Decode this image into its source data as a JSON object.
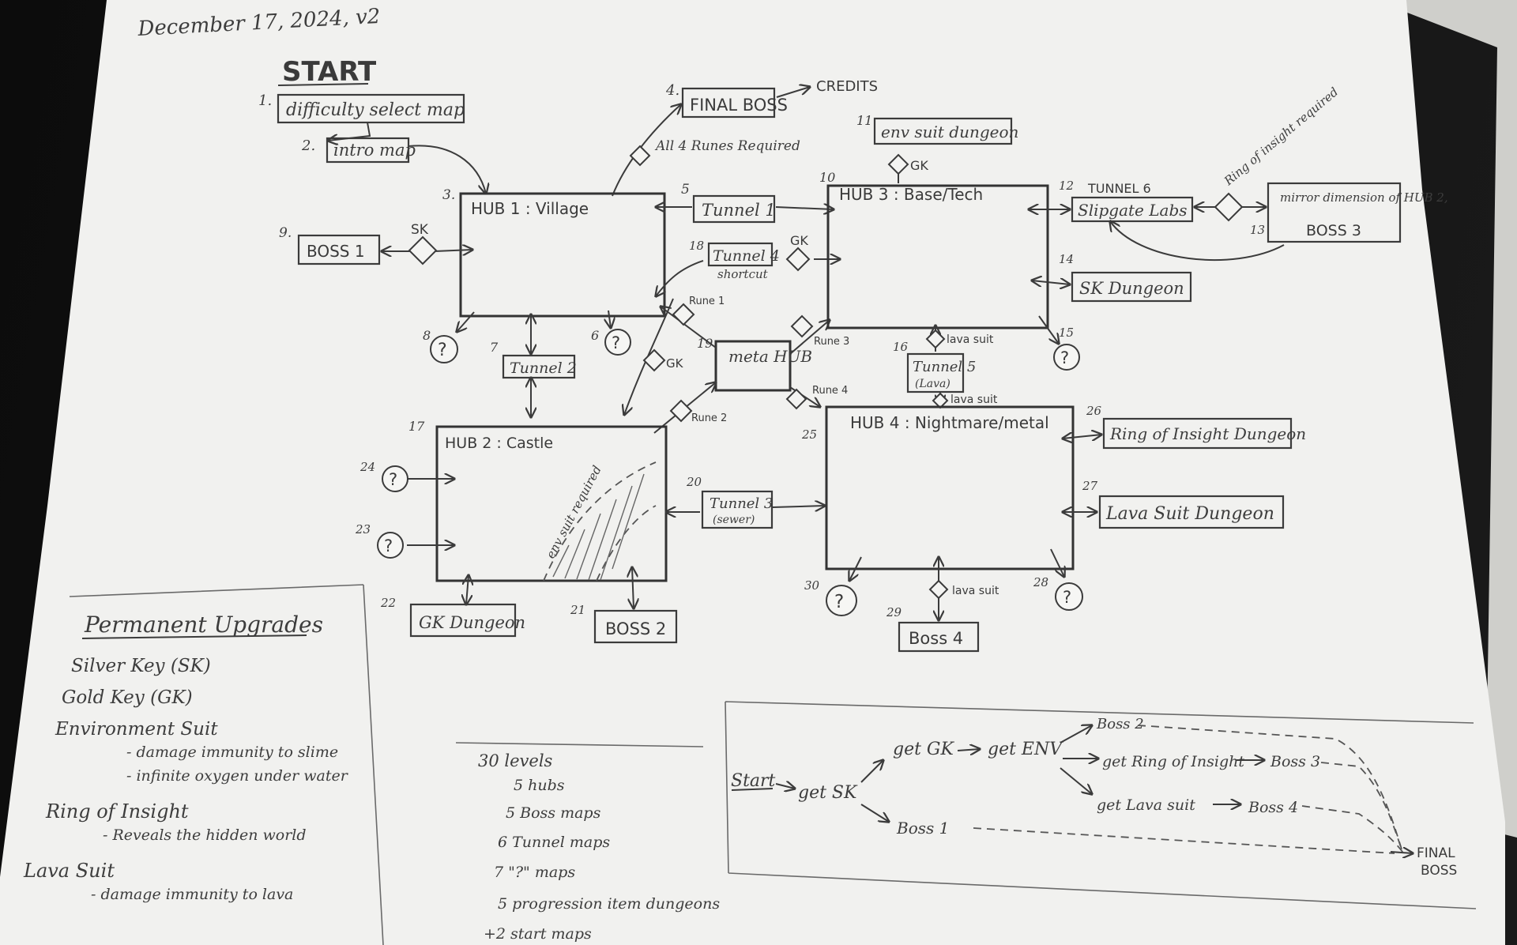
{
  "header": {
    "date": "December 17, 2024, v2",
    "start": "START"
  },
  "start_maps": [
    {
      "id": "difficulty",
      "num": "1.",
      "label": "difficulty select map"
    },
    {
      "id": "intro",
      "num": "2.",
      "label": "intro map"
    }
  ],
  "final": {
    "num": "4.",
    "label": "FINAL BOSS",
    "credits": "CREDITS",
    "runes": "All 4 Runes Required"
  },
  "hubs": [
    {
      "id": "hub1",
      "num": "3.",
      "label": "HUB 1 : Village"
    },
    {
      "id": "hub2",
      "num": "17",
      "label": "HUB 2 : Castle"
    },
    {
      "id": "hub3",
      "num": "10",
      "label": "HUB 3 : Base/Tech"
    },
    {
      "id": "hub4",
      "num": "25",
      "label": "HUB 4 : Nightmare/metal"
    }
  ],
  "maps": [
    {
      "id": "boss1",
      "num": "9.",
      "label": "BOSS 1"
    },
    {
      "id": "tunnel1",
      "num": "5",
      "label": "Tunnel 1"
    },
    {
      "id": "tunnel4",
      "num": "18",
      "label": "Tunnel 4",
      "sub": "shortcut"
    },
    {
      "id": "tunnel2",
      "num": "7",
      "label": "Tunnel 2"
    },
    {
      "id": "meta",
      "num": "19",
      "label": "meta HUB"
    },
    {
      "id": "tunnel3",
      "num": "20",
      "label": "Tunnel 3",
      "sub": "(sewer)"
    },
    {
      "id": "tunnel5",
      "num": "16",
      "label": "Tunnel 5",
      "sub": "(Lava)"
    },
    {
      "id": "envdungeon",
      "num": "11",
      "label": "env suit dungeon"
    },
    {
      "id": "slipgate",
      "num": "12",
      "label": "Slipgate Labs",
      "top": "TUNNEL 6"
    },
    {
      "id": "mirror",
      "num": "13",
      "label": "mirror dimension of HUB 2,",
      "sub": "BOSS 3"
    },
    {
      "id": "skdungeon",
      "num": "14",
      "label": "SK Dungeon"
    },
    {
      "id": "gkdungeon",
      "num": "22",
      "label": "GK Dungeon"
    },
    {
      "id": "boss2",
      "num": "21",
      "label": "BOSS 2"
    },
    {
      "id": "ringdungeon",
      "num": "26",
      "label": "Ring of Insight Dungeon"
    },
    {
      "id": "lavadungeon",
      "num": "27",
      "label": "Lava Suit Dungeon"
    },
    {
      "id": "boss4",
      "num": "29",
      "label": "Boss 4"
    }
  ],
  "secrets": [
    {
      "num": "8",
      "mark": "?"
    },
    {
      "num": "6",
      "mark": "?"
    },
    {
      "num": "15",
      "mark": "?"
    },
    {
      "num": "24",
      "mark": "?"
    },
    {
      "num": "23",
      "mark": "?"
    },
    {
      "num": "30",
      "mark": "?"
    },
    {
      "num": "28",
      "mark": "?"
    }
  ],
  "gates": {
    "sk": "SK",
    "gk": "GK",
    "rune1": "Rune 1",
    "rune2": "Rune 2",
    "rune3": "Rune 3",
    "rune4": "Rune 4",
    "lava": "lava suit",
    "ring": "Ring of insight required",
    "env": "env suit required"
  },
  "upgrades": {
    "title": "Permanent Upgrades",
    "items": [
      {
        "name": "Silver Key (SK)",
        "notes": []
      },
      {
        "name": "Gold Key (GK)",
        "notes": []
      },
      {
        "name": "Environment Suit",
        "notes": [
          "- damage immunity to slime",
          "- infinite oxygen under water"
        ]
      },
      {
        "name": "Ring of Insight",
        "notes": [
          "- Reveals the hidden world"
        ]
      },
      {
        "name": "Lava Suit",
        "notes": [
          "- damage immunity to lava"
        ]
      }
    ]
  },
  "counts": {
    "items": [
      "30 levels",
      "5 hubs",
      "5 Boss maps",
      "6 Tunnel maps",
      "7 \"?\" maps",
      "5 progression item dungeons",
      "+2 start maps"
    ]
  },
  "flow": {
    "start": "Start",
    "get_sk": "get SK",
    "get_gk": "get GK",
    "get_env": "get ENV",
    "boss2": "Boss 2",
    "get_ring": "get Ring of Insight",
    "boss3": "Boss 3",
    "get_lava": "get Lava suit",
    "boss4": "Boss 4",
    "boss1": "Boss 1",
    "final": "FINAL",
    "final2": "BOSS"
  }
}
